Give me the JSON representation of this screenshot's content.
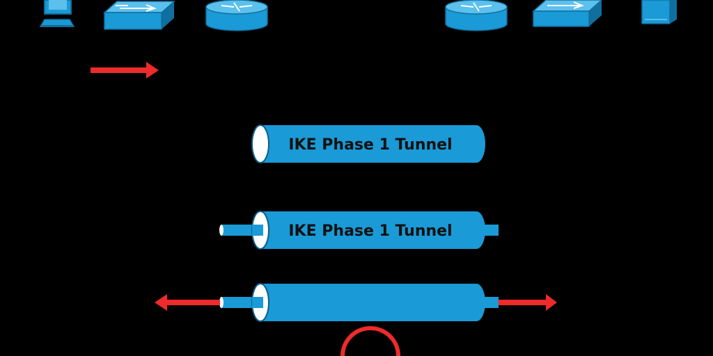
{
  "colors": {
    "background": "#000000",
    "device_blue": "#1a9ad6",
    "device_blue_dark": "#0f6f9f",
    "device_blue_light": "#5cc0ec",
    "tunnel_blue": "#1a9ad6",
    "tunnel_edge": "#0b5f88",
    "arrow_red": "#ee2b2b",
    "tunnel_end": "#ffffff"
  },
  "devices": [
    {
      "id": "pc-left",
      "icon": "workstation-icon"
    },
    {
      "id": "switch-left",
      "icon": "switch-icon"
    },
    {
      "id": "router-left",
      "icon": "router-icon"
    },
    {
      "id": "router-right",
      "icon": "router-icon"
    },
    {
      "id": "switch-right",
      "icon": "switch-icon"
    },
    {
      "id": "server-right",
      "icon": "server-icon"
    }
  ],
  "tunnels": [
    {
      "id": "tunnel-1",
      "label": "IKE Phase 1 Tunnel",
      "inner_pipe": false
    },
    {
      "id": "tunnel-2",
      "label": "IKE Phase 1 Tunnel",
      "inner_pipe": true
    },
    {
      "id": "tunnel-3",
      "label": "",
      "inner_pipe": true
    }
  ],
  "arrows": [
    {
      "id": "traffic-arrow-top",
      "icon": "arrow-right-icon"
    },
    {
      "id": "traffic-arrow-left",
      "icon": "arrow-left-icon"
    },
    {
      "id": "traffic-arrow-right",
      "icon": "arrow-right-icon"
    }
  ],
  "marker": {
    "icon": "circle-marker-icon"
  }
}
